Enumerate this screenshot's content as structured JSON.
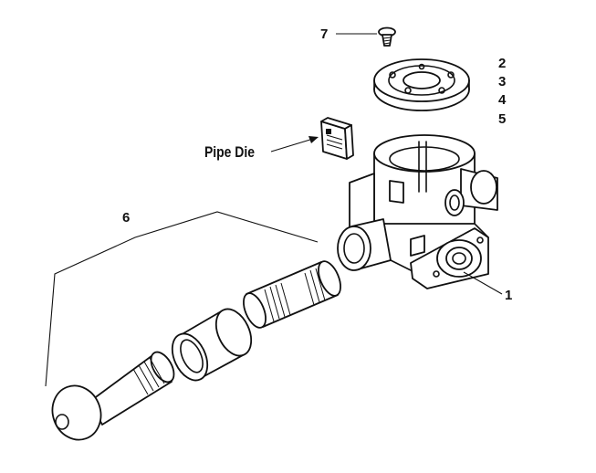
{
  "callouts": {
    "item_7": "7",
    "item_2": "2",
    "item_3": "3",
    "item_4": "4",
    "item_5": "5",
    "item_1": "1",
    "item_6": "6"
  },
  "labels": {
    "pipe_die": "Pipe Die"
  },
  "colors": {
    "ink": "#111111",
    "paper": "#ffffff"
  }
}
